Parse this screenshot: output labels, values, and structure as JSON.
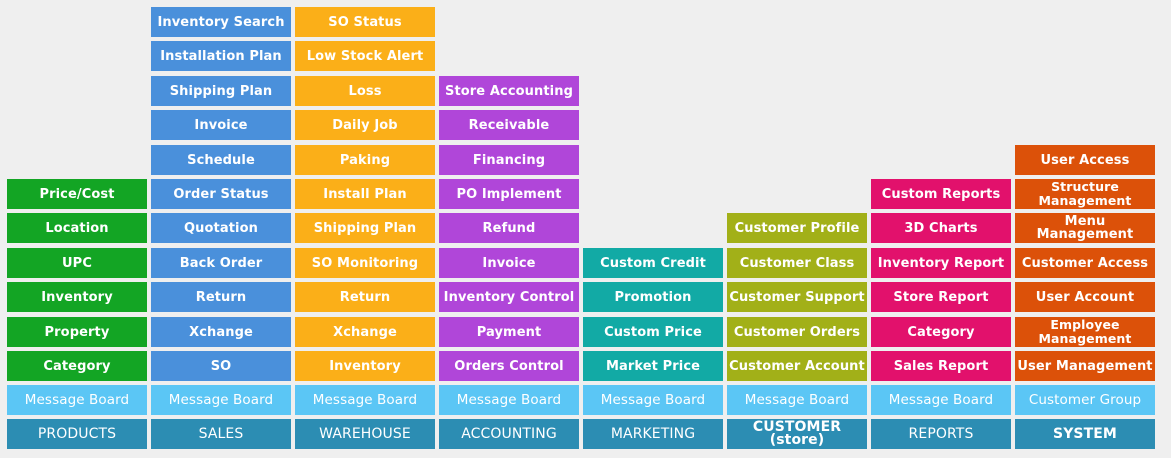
{
  "colors": {
    "products": "#13a524",
    "sales": "#4a90db",
    "warehouse": "#fbaf18",
    "accounting": "#b046d9",
    "marketing": "#12aaa5",
    "customer": "#a2b018",
    "reports": "#e2116c",
    "system": "#dc5109",
    "message_board": "#5bc6f5",
    "header": "#2c8db3"
  },
  "columns": [
    {
      "key": "products",
      "title": "PRODUCTS",
      "title_bold": false,
      "message_board": "Message Board",
      "items": [
        "Category",
        "Property",
        "Inventory",
        "UPC",
        "Location",
        "Price/Cost"
      ]
    },
    {
      "key": "sales",
      "title": "SALES",
      "title_bold": false,
      "message_board": "Message Board",
      "items": [
        "SO",
        "Xchange",
        "Return",
        "Back Order",
        "Quotation",
        "Order Status",
        "Schedule",
        "Invoice",
        "Shipping Plan",
        "Installation Plan",
        "Inventory Search"
      ]
    },
    {
      "key": "warehouse",
      "title": "WAREHOUSE",
      "title_bold": false,
      "message_board": "Message Board",
      "items": [
        "Inventory",
        "Xchange",
        "Return",
        "SO Monitoring",
        "Shipping Plan",
        "Install Plan",
        "Paking",
        "Daily Job",
        "Loss",
        "Low Stock Alert",
        "SO Status"
      ]
    },
    {
      "key": "accounting",
      "title": "ACCOUNTING",
      "title_bold": false,
      "message_board": "Message Board",
      "items": [
        "Orders Control",
        "Payment",
        "Inventory Control",
        "Invoice",
        "Refund",
        "PO Implement",
        "Financing",
        "Receivable",
        "Store Accounting"
      ]
    },
    {
      "key": "marketing",
      "title": "MARKETING",
      "title_bold": false,
      "message_board": "Message Board",
      "items": [
        "Market Price",
        "Custom Price",
        "Promotion",
        "Custom Credit"
      ]
    },
    {
      "key": "customer",
      "title": "CUSTOMER (store)",
      "title_bold": true,
      "message_board": "Message Board",
      "items": [
        "Customer Account",
        "Customer Orders",
        "Customer Support",
        "Customer Class",
        "Customer Profile"
      ]
    },
    {
      "key": "reports",
      "title": "REPORTS",
      "title_bold": false,
      "message_board": "Message Board",
      "items": [
        "Sales Report",
        "Category",
        "Store Report",
        "Inventory Report",
        "3D Charts",
        "Custom Reports"
      ]
    },
    {
      "key": "system",
      "title": "SYSTEM",
      "title_bold": true,
      "message_board": "Customer Group",
      "items": [
        "User Management",
        "Employee Management",
        "User Account",
        "Customer Access",
        "Menu Management",
        "Structure Management",
        "User Access"
      ]
    }
  ]
}
